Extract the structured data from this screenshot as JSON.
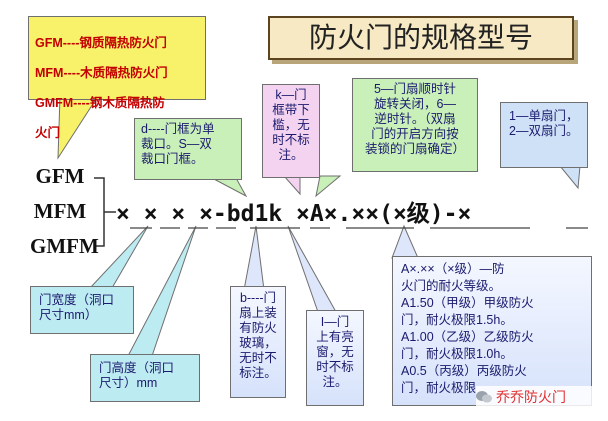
{
  "title": "防火门的规格型号",
  "models": [
    "GFM",
    "MFM",
    "GMFM"
  ],
  "formula": "× × × ×-bd1k ×A×.××(×级)-×",
  "callouts": {
    "type_codes": [
      "GFM----钢质隔热防火门",
      "MFM----木质隔热防火门",
      "GMFM----钢木质隔热防",
      "火门"
    ],
    "door_frame": "d----门框为单\n裁口。S—双\n裁口门框。",
    "lower_frame": "k—门\n框带下\n槛，无\n时不标\n注。",
    "hinge": "5—门扇顺时针\n旋转关闭，6—\n逆时针。（双扇\n门的开启方向按\n装锁的门扇确定）",
    "leaf_count": "1—单扇门，\n2—双扇门。",
    "width": "门宽度（洞口\n尺寸mm）",
    "height": "门高度（洞口\n尺寸）mm",
    "glass": "b----门\n扇上装\n有防火\n玻璃，\n无时不\n标注。",
    "transom": "I—门\n上有亮\n窗，无\n时不标\n注。",
    "rating": "A×.××（×级）—防\n火门的耐火等级。\nA1.50（甲级）甲级防火\n门，耐火极限1.5h。\nA1.00（乙级）乙级防火\n门，耐火极限1.0h。\nA0.5（丙级）丙级防火\n门，耐火极限"
  },
  "watermark": "乔乔防火门",
  "colors": {
    "yellow": "#f7f26a",
    "green": "#c9f0b8",
    "pink": "#f3d3f0",
    "blue": "#cfe1f7",
    "cyan": "#bdebf2",
    "title_bg": "#f6e9c4",
    "red": "#c40000"
  }
}
